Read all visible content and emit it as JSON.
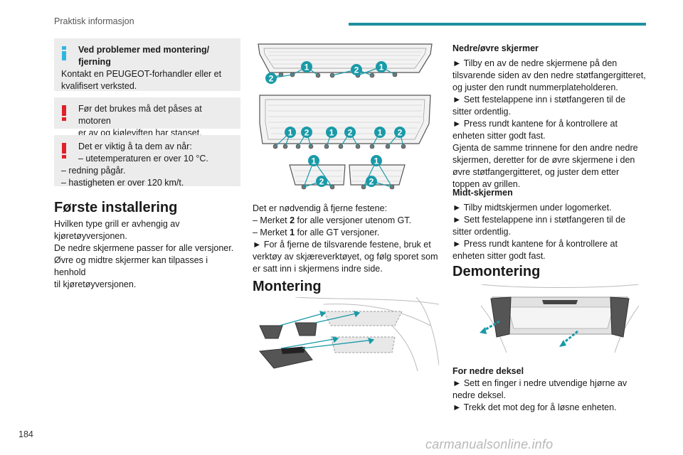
{
  "header": {
    "section": "Praktisk informasjon"
  },
  "left": {
    "info_box": {
      "title_line1": "Ved problemer med montering/",
      "title_line2": "fjerning",
      "line1": "Kontakt en PEUGEOT-forhandler eller et",
      "line2": "kvalifisert verksted."
    },
    "warn_box1": {
      "line1": "Før det brukes må det påses at motoren",
      "line2": "er av og kjøleviften har stanset."
    },
    "warn_box2": {
      "line1": "Det er viktig å ta dem av når:",
      "line2": "– utetemperaturen er over 10 °C.",
      "line3": "– redning pågår.",
      "line4": "– hastigheten er over 120 km/t."
    },
    "heading": "Første installering",
    "body": [
      "Hvilken type grill er avhengig av",
      "kjøretøyversjonen.",
      "De nedre skjermene passer for alle versjoner.",
      "Øvre og midtre skjermer kan tilpasses i henhold",
      "til kjøretøyversjonen."
    ]
  },
  "middle": {
    "figure_callouts": {
      "top": [
        "2",
        "1",
        "2",
        "1"
      ],
      "mid": [
        "1",
        "2",
        "1",
        "2",
        "1",
        "2"
      ],
      "bottom": [
        "1",
        "1",
        "2",
        "2"
      ]
    },
    "body": {
      "l1": "Det er nødvendig å fjerne festene:",
      "l2_pre": "– Merket ",
      "l2_num": "2",
      "l2_post": " for alle versjoner utenom GT.",
      "l3_pre": "– Merket ",
      "l3_num": "1",
      "l3_post": " for alle GT versjoner.",
      "l4": "► For å fjerne de tilsvarende festene, bruk et",
      "l5": "verktøy av skjæreverktøyet, og følg sporet som",
      "l6": "er satt inn i skjermens indre side."
    },
    "heading": "Montering"
  },
  "right": {
    "sub1": "Nedre/øvre skjermer",
    "lines1": [
      "► Tilby en av de nedre skjermene på den",
      "tilsvarende siden av den nedre støtfangergitteret,",
      "og juster den rundt nummerplateholderen.",
      "► Sett festelappene inn i støtfangeren til de",
      "sitter ordentlig.",
      "► Press rundt kantene for å kontrollere at",
      "enheten sitter godt fast.",
      "Gjenta de samme trinnene for den andre nedre",
      "skjermen, deretter for de øvre skjermene i den",
      "øvre støtfangergitteret, og juster dem etter",
      "toppen av grillen."
    ],
    "sub2": "Midt-skjermen",
    "lines2": [
      "► Tilby midtskjermen under logomerket.",
      "► Sett festelappene inn i støtfangeren til de",
      "sitter ordentlig.",
      "► Press rundt kantene for å kontrollere at",
      "enheten sitter godt fast."
    ],
    "heading": "Demontering",
    "sub3": "For nedre deksel",
    "lines3": [
      "► Sett en finger i nedre utvendige hjørne av",
      "nedre deksel.",
      "► Trekk det mot deg for å løsne enheten."
    ]
  },
  "footer": {
    "page_number": "184",
    "watermark": "carmanualsonline.info"
  },
  "colors": {
    "accent": "#1f8fa0",
    "callout": "#1a9aa8",
    "info": "#2fb6e0",
    "warning": "#e0202a",
    "box_bg": "#ececec"
  }
}
